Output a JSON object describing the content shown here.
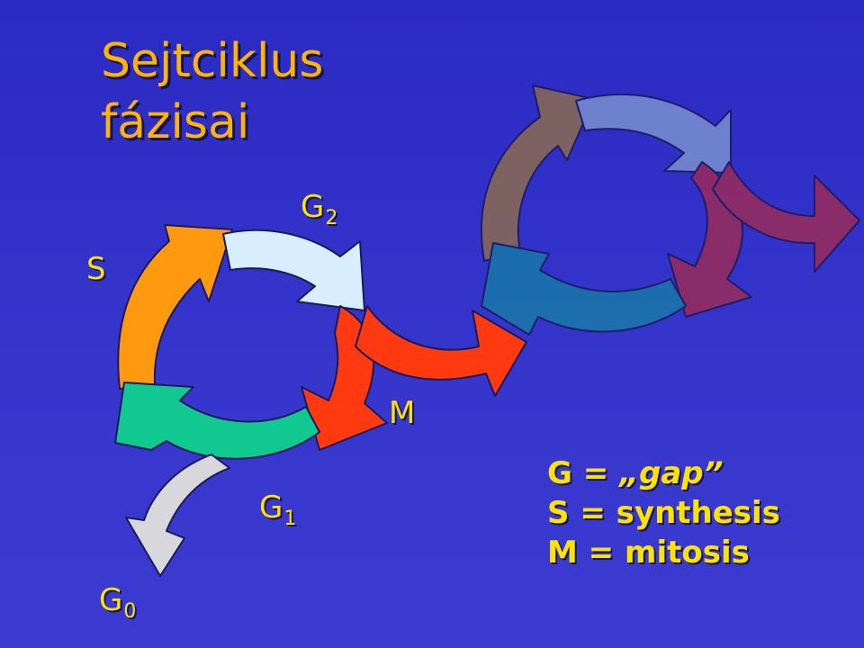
{
  "title": {
    "line1": "Sejtciklus",
    "line2": "fázisai"
  },
  "phases": {
    "s": {
      "main": "S",
      "sub": ""
    },
    "g2": {
      "main": "G",
      "sub": "2"
    },
    "m": {
      "main": "M",
      "sub": ""
    },
    "g1": {
      "main": "G",
      "sub": "1"
    },
    "g0": {
      "main": "G",
      "sub": "0"
    }
  },
  "legend": [
    {
      "term": "G",
      "eq": " = ",
      "def": "„gap”"
    },
    {
      "term": "S",
      "eq": " = ",
      "def": "synthesis"
    },
    {
      "term": "M",
      "eq": " = ",
      "def": "mitosis"
    }
  ],
  "colors": {
    "s_arrow": "#ff9a10",
    "g2_arrow": "#d8eefe",
    "m_arrow": "#ff3a10",
    "g1_arrow": "#10c890",
    "g0_arrow": "#d8d8dc",
    "label": "#ffe300",
    "title": "#ffb400",
    "outline": "#1a1a5a"
  },
  "colors_second_cycle": {
    "s_arrow": "#8c6a50",
    "g2_arrow": "#7890d0",
    "m_arrow": "#9a2a5a",
    "g1_arrow": "#1878a8"
  }
}
